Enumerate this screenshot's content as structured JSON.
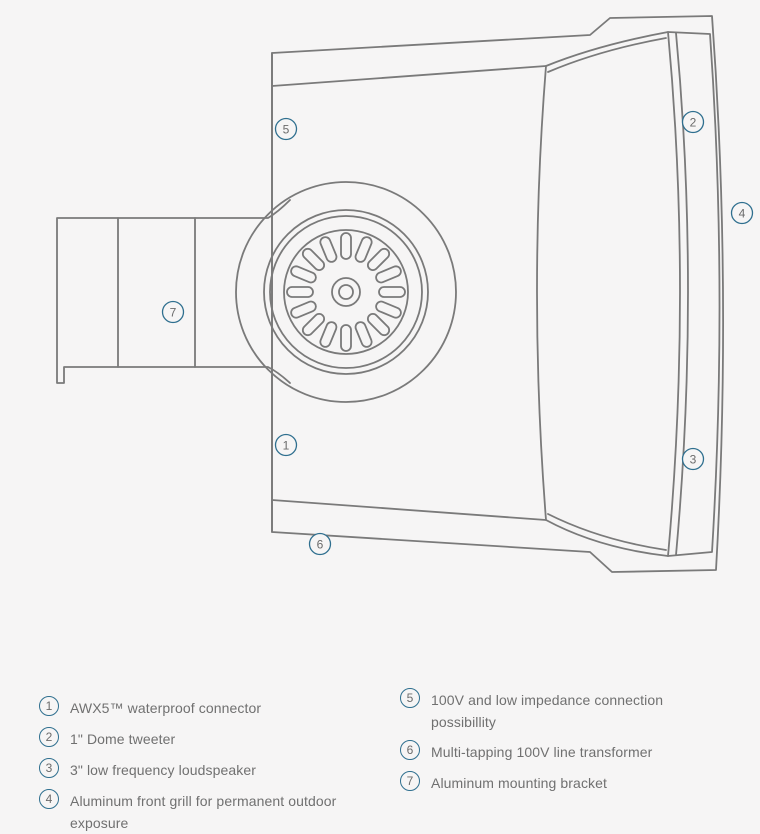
{
  "callouts": [
    {
      "n": "1",
      "label": "AWX5™ waterproof connector"
    },
    {
      "n": "2",
      "label": "1\" Dome tweeter"
    },
    {
      "n": "3",
      "label": "3\" low frequency loudspeaker"
    },
    {
      "n": "4",
      "label": "Aluminum front grill for permanent outdoor exposure"
    },
    {
      "n": "5",
      "label": "100V and low impedance connection possibillity"
    },
    {
      "n": "6",
      "label": "Multi-tapping 100V line transformer"
    },
    {
      "n": "7",
      "label": "Aluminum mounting bracket"
    }
  ],
  "colors": {
    "stroke": "#7a7a7a",
    "callout_ring": "#2f6f8f",
    "text": "#707070",
    "background": "#f6f5f5"
  }
}
